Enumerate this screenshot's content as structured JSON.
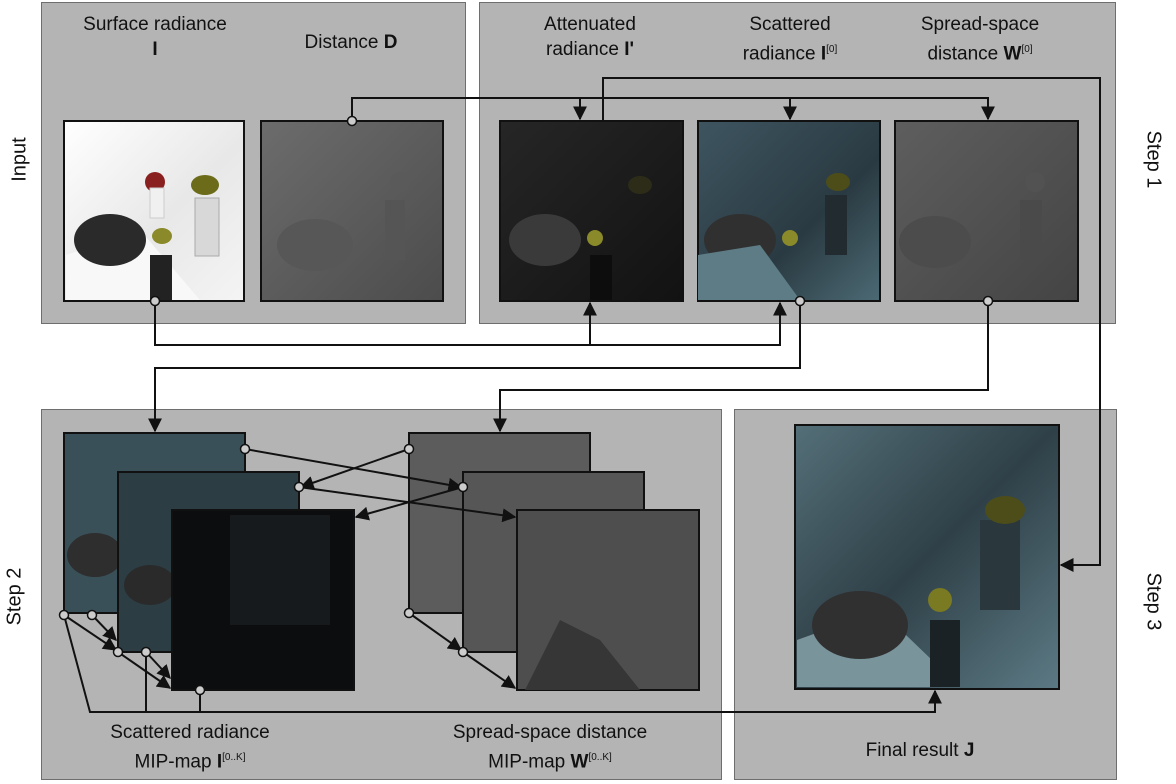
{
  "sections": {
    "input": "Input",
    "step1": "Step 1",
    "step2": "Step 2",
    "step3": "Step 3"
  },
  "labels": {
    "surface_radiance": {
      "text": "Surface radiance",
      "symbol": "I"
    },
    "distance": {
      "text": "Distance",
      "symbol": "D"
    },
    "attenuated_radiance": {
      "text": "Attenuated radiance",
      "symbol": "I'"
    },
    "scattered_radiance": {
      "text": "Scattered radiance",
      "symbol": "I",
      "sup": "[0]"
    },
    "spread_space_distance": {
      "text": "Spread-space distance",
      "symbol": "W",
      "sup": "[0]"
    },
    "scattered_mipmap": {
      "line1": "Scattered radiance",
      "line2": "MIP-map",
      "symbol": "I",
      "sup": "[0..K]"
    },
    "spread_mipmap": {
      "line1": "Spread-space distance",
      "line2": "MIP-map",
      "symbol": "W",
      "sup": "[0..K]"
    },
    "final_result": {
      "text": "Final result",
      "symbol": "J"
    }
  },
  "colors": {
    "panel": "#b4b4b4",
    "panel_border": "#6e6e6e",
    "arrow": "#111111",
    "node_fill": "#cccccc"
  }
}
